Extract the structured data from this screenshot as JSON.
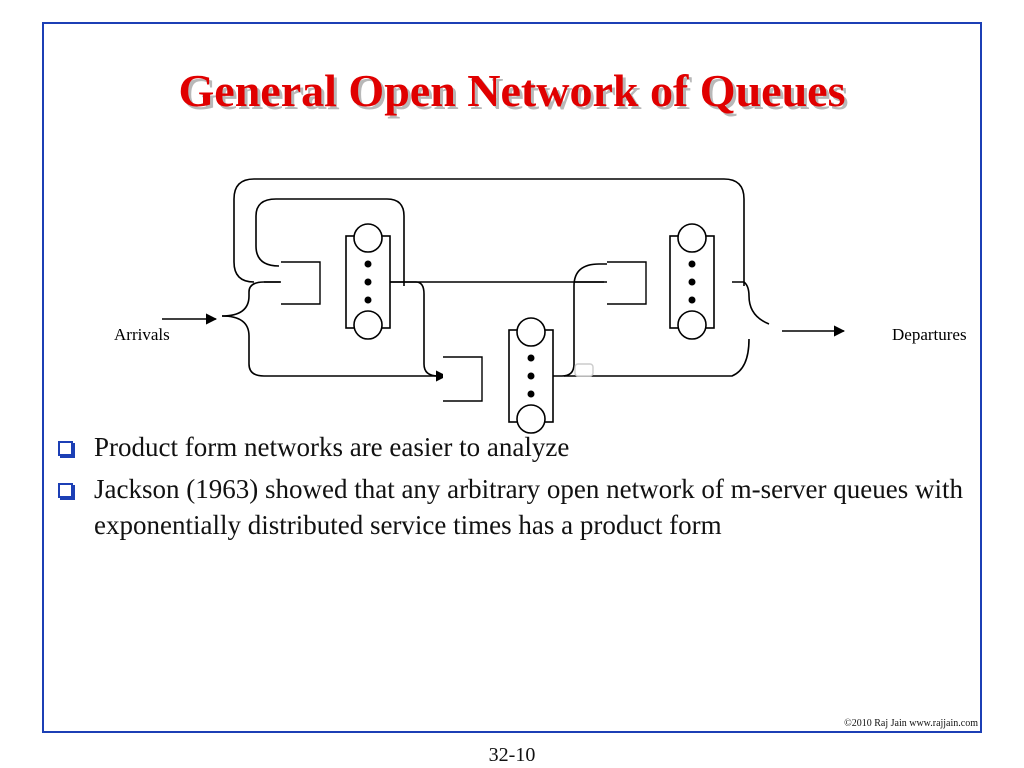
{
  "slide": {
    "title": "General Open Network of Queues",
    "diagram": {
      "arrivals_label": "Arrivals",
      "departures_label": "Departures"
    },
    "bullets": [
      {
        "text": "Product form networks are easier to analyze"
      },
      {
        "text": "Jackson (1963) showed that  any arbitrary open network of m-server queues with exponentially distributed service times has a product form"
      }
    ],
    "copyright": "©2010 Raj Jain www.rajjain.com",
    "slide_number": "32-10"
  },
  "colors": {
    "title": "#e00000",
    "frame": "#1c3fb5",
    "bullet_marker": "#1c3fb5"
  }
}
